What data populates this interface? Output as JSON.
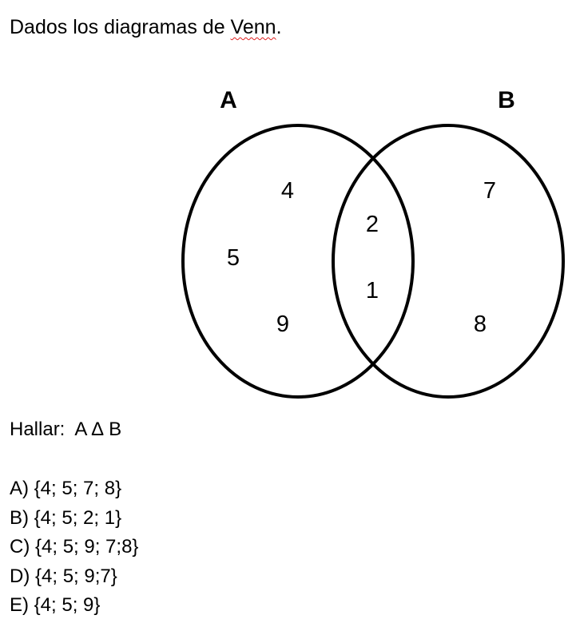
{
  "intro": {
    "text_before": "Dados los diagramas de ",
    "flagged_word": "Venn",
    "text_after": "."
  },
  "diagram": {
    "set_a_label": "A",
    "set_b_label": "B",
    "only_a": [
      "4",
      "5",
      "9"
    ],
    "intersection": [
      "2",
      "1"
    ],
    "only_b": [
      "7",
      "8"
    ],
    "stroke_color": "#000000"
  },
  "question": {
    "prefix": "Hallar:  ",
    "expression": "A ∆ B"
  },
  "options": [
    {
      "text": "A) {4; 5; 7; 8}"
    },
    {
      "text": "B) {4; 5; 2; 1}"
    },
    {
      "text": "C) {4; 5; 9; 7;8}"
    },
    {
      "text": "D) {4; 5; 9;7}"
    },
    {
      "text": "E) {4; 5; 9}"
    }
  ]
}
